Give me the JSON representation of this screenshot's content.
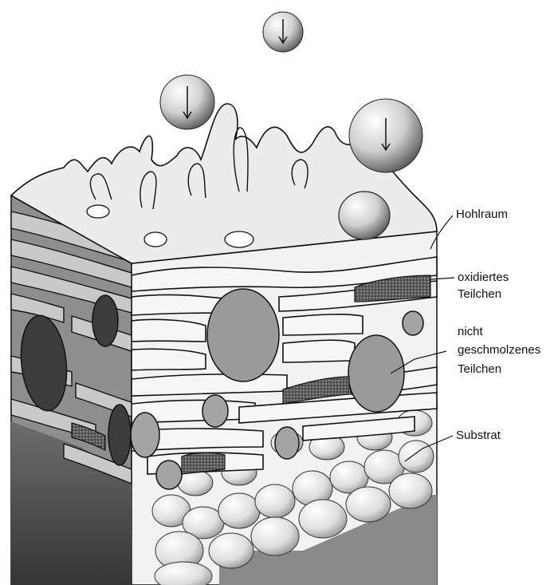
{
  "labels": {
    "hohlraum": [
      "Hohlraum"
    ],
    "oxidiert": [
      "oxidiertes",
      "Teilchen"
    ],
    "ungeschmolzen": [
      "nicht",
      "geschmolzenes",
      "Teilchen"
    ],
    "substrat": [
      "Substrat"
    ]
  },
  "colors": {
    "background": "#ffffff",
    "lamella": "#f4f4f4",
    "outline": "#111111",
    "gray_particle": "#9a9a9a",
    "dark_particle": "#3c3c3c",
    "substrate": "#8a8a8a",
    "oxide": "#555555"
  }
}
